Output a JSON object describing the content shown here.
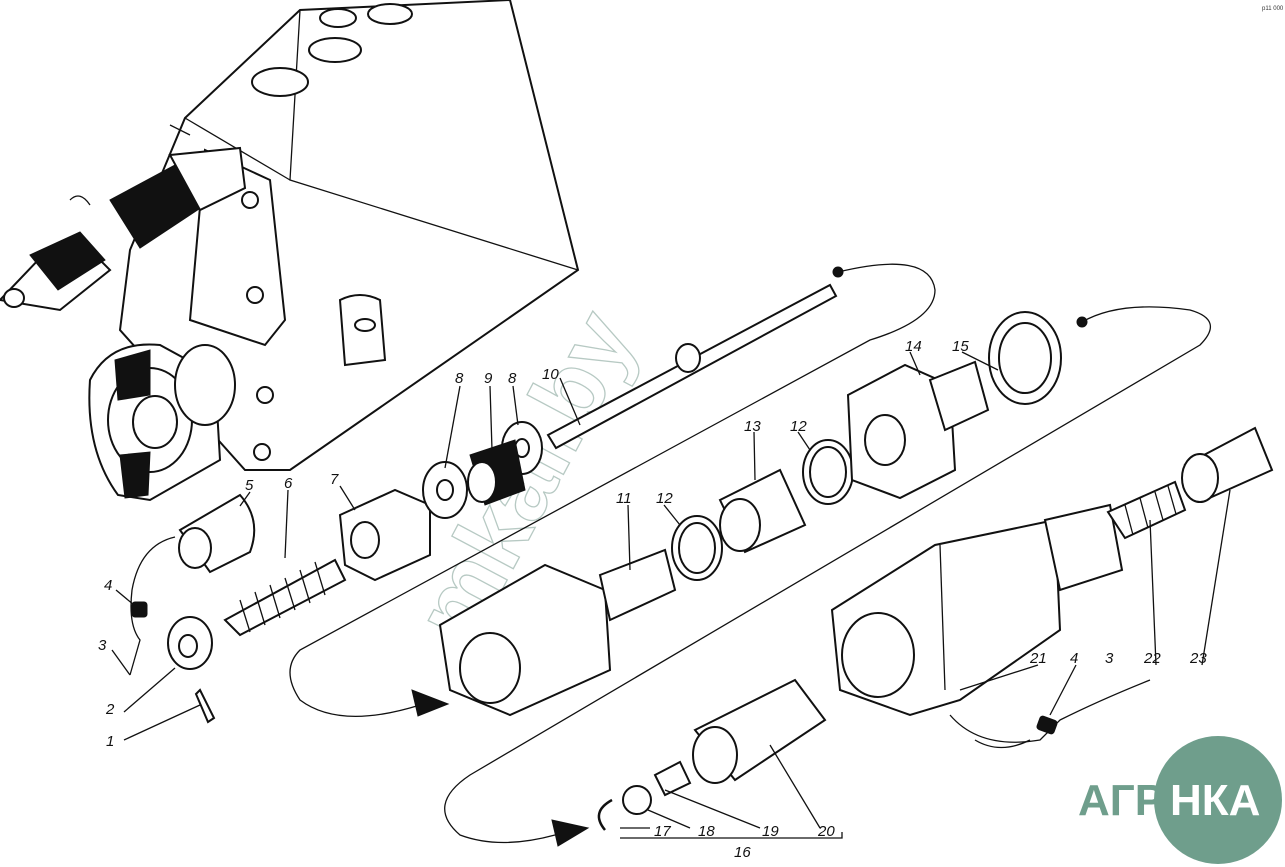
{
  "diagram": {
    "corner_code": "р11 000",
    "watermark": "mkal.by",
    "logo": {
      "left": "АГРО",
      "circle": "НКА",
      "accent_color": "#6f9e8c"
    },
    "labels": [
      "1",
      "2",
      "3",
      "4",
      "5",
      "6",
      "7",
      "8",
      "9",
      "8",
      "10",
      "11",
      "12",
      "13",
      "12",
      "14",
      "15",
      "16",
      "17",
      "18",
      "19",
      "20",
      "21",
      "4",
      "3",
      "22",
      "23"
    ]
  }
}
